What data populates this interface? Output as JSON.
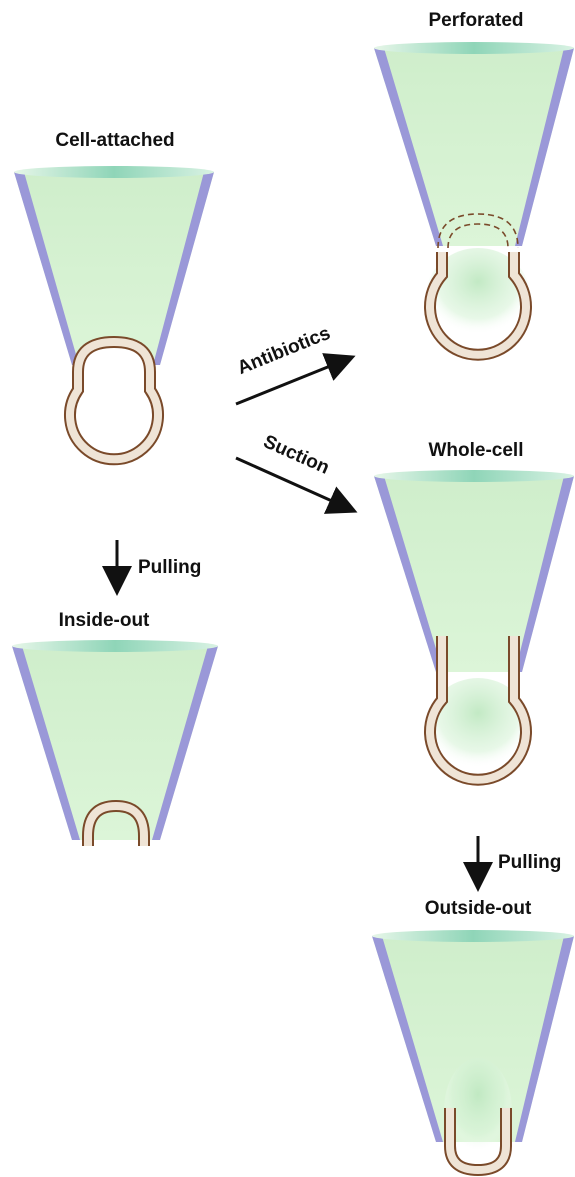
{
  "labels": {
    "cell_attached": "Cell-attached",
    "perforated": "Perforated",
    "whole_cell": "Whole-cell",
    "inside_out": "Inside-out",
    "outside_out": "Outside-out"
  },
  "arrows": {
    "antibiotics": "Antibiotics",
    "suction": "Suction",
    "pulling_inside_out": "Pulling",
    "pulling_outside_out": "Pulling"
  },
  "colors": {
    "pipette_fill": "#d6f2d2",
    "pipette_wall": "#9a98d8",
    "pipette_rim": "#a6e0c6",
    "membrane_fill": "#efe4d6",
    "membrane_edge": "#7a4a2a",
    "arrow": "#111111"
  }
}
